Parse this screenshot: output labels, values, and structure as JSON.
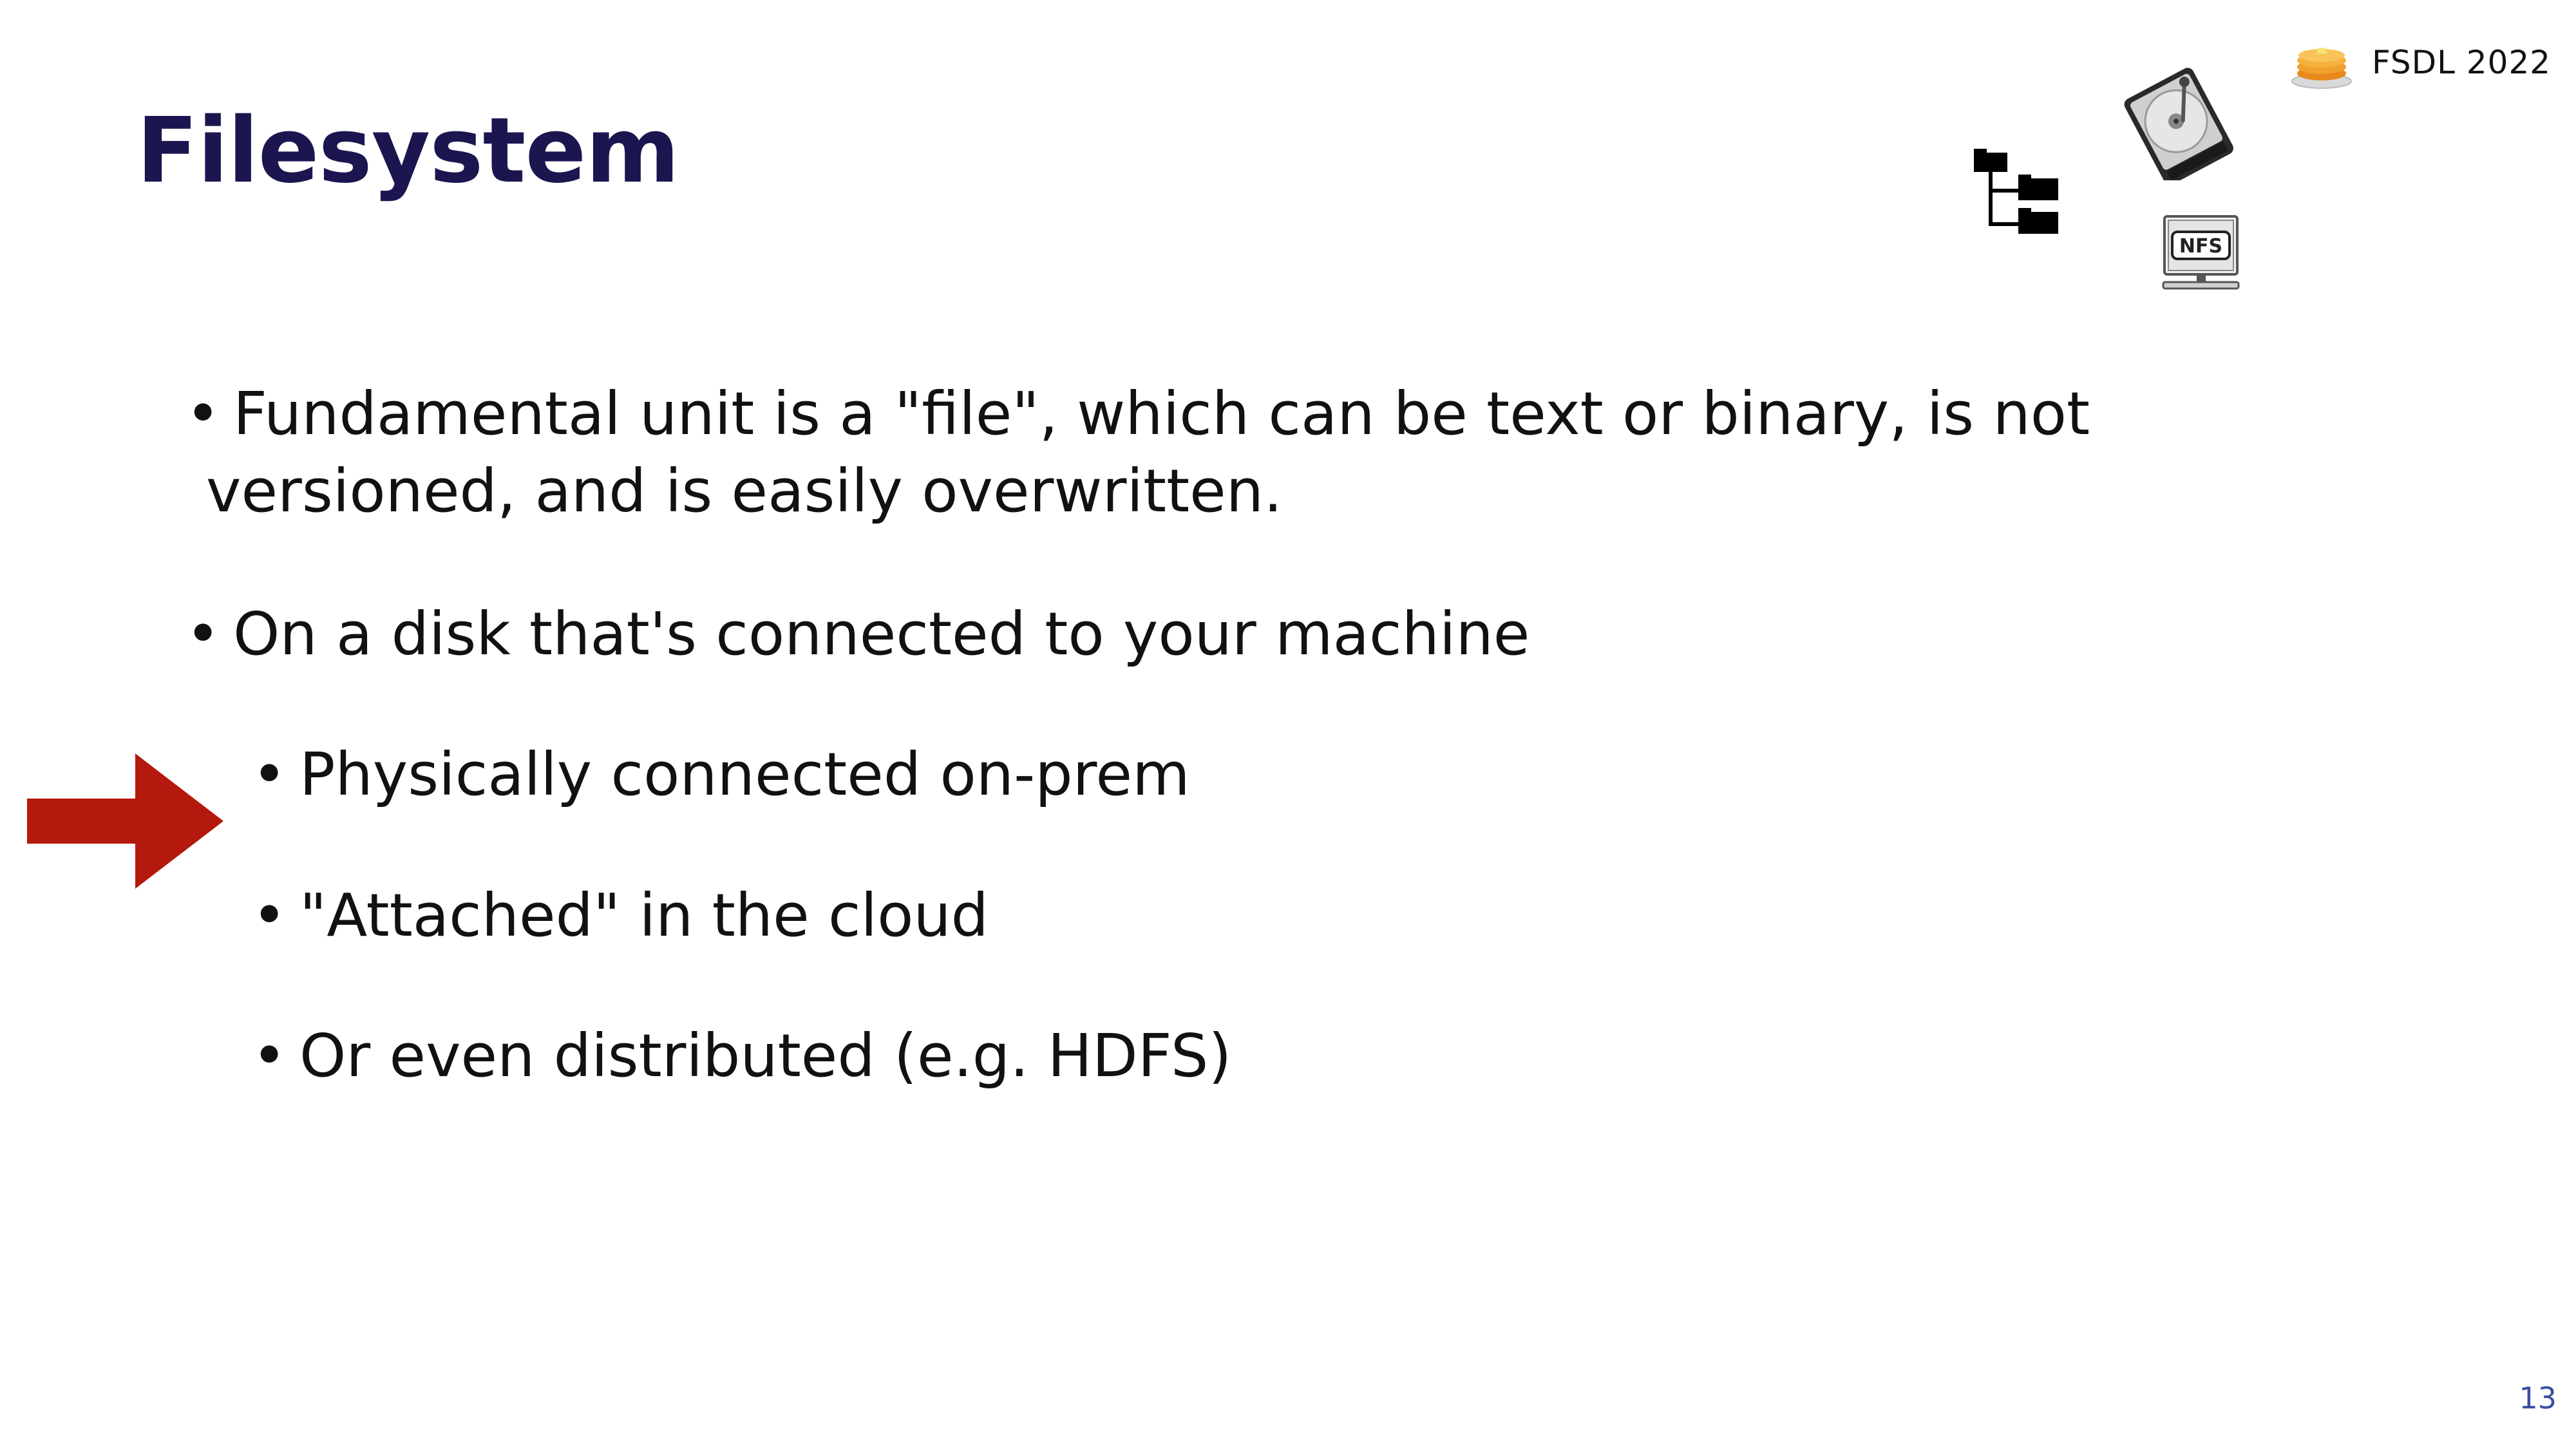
{
  "slide": {
    "title": "Filesystem",
    "brand_text": "FSDL 2022",
    "page_number": "13",
    "nfs_label": "NFS",
    "bullets": [
      {
        "line1": "Fundamental unit is a \"file\", which can be text or binary, is not",
        "line2": "versioned, and is easily overwritten."
      },
      {
        "text": "On a disk that's connected to your machine"
      }
    ],
    "sub_bullets": [
      {
        "text": "Physically connected on-prem"
      },
      {
        "text": "\"Attached\" in the cloud"
      },
      {
        "text": "Or even distributed (e.g. HDFS)"
      }
    ],
    "bullet_glyph": "•"
  },
  "colors": {
    "title": "#1b1650",
    "arrow": "#b5180c",
    "page_number": "#3a4ea0",
    "logo_orange": "#f5a623"
  },
  "icons": [
    "pancake-logo-icon",
    "folder-tree-icon",
    "hard-drive-icon",
    "nfs-computer-icon",
    "right-arrow-icon"
  ]
}
